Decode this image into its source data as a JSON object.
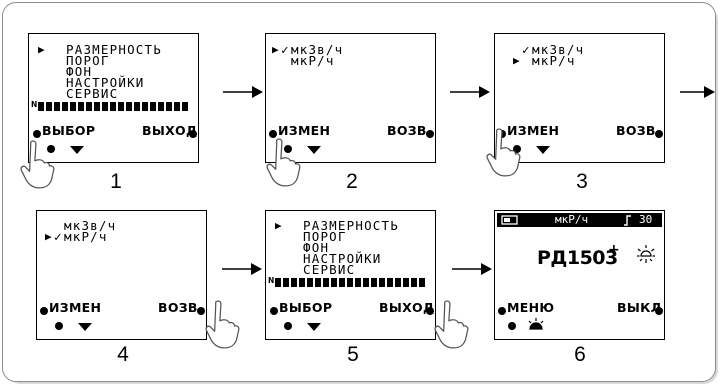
{
  "menu": {
    "items": [
      "РАЗМЕРНОСТЬ",
      "ПОРОГ",
      "ФОН",
      "НАСТРОЙКИ",
      "СЕРВИС"
    ],
    "bar_label": "N",
    "left_button": "ВЫБОР",
    "right_button": "ВЫХОД"
  },
  "units": {
    "options": [
      "мкЗв/ч",
      "мкР/ч"
    ],
    "left_button": "ИЗМЕН",
    "right_button": "ВОЗВ"
  },
  "home": {
    "unit": "мкР/ч",
    "threshold": "30",
    "device_name": "РД1503",
    "plus": "+",
    "left_button": "МЕНЮ",
    "right_button": "ВЫКЛ"
  },
  "steps": [
    "1",
    "2",
    "3",
    "4",
    "5",
    "6"
  ],
  "icons": [
    "pointer-arrow",
    "check-mark",
    "battery",
    "sun-icon",
    "hand-press",
    "flow-arrow"
  ]
}
